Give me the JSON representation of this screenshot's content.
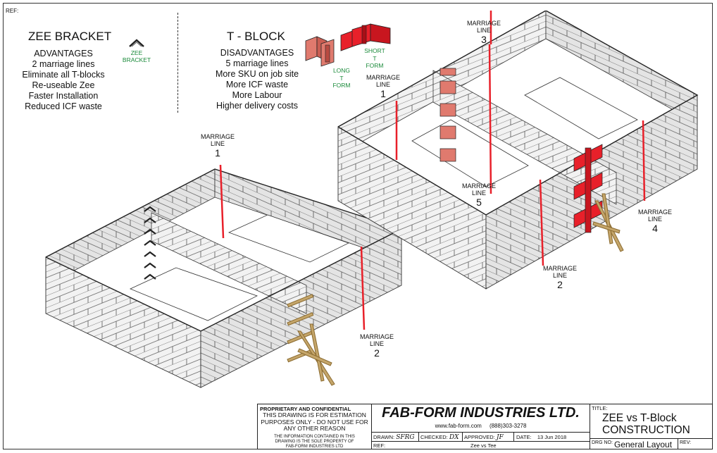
{
  "ref_label": "REF:",
  "zee": {
    "title": "ZEE BRACKET",
    "advantages_title": "ADVANTAGES",
    "items": [
      "2 marriage lines",
      "Eliminate all T-blocks",
      "Re-useable Zee",
      "Faster Installation",
      "Reduced ICF waste"
    ],
    "icon_label_line1": "ZEE",
    "icon_label_line2": "BRACKET"
  },
  "tblock": {
    "title": "T - BLOCK",
    "disadvantages_title": "DISADVANTAGES",
    "items": [
      "5 marriage lines",
      "More SKU on job site",
      "More ICF waste",
      "More Labour",
      "Higher delivery costs"
    ],
    "long_form": [
      "LONG",
      "T",
      "FORM"
    ],
    "short_form": [
      "SHORT",
      "T",
      "FORM"
    ]
  },
  "marriage_lines": {
    "word1": "MARRIAGE",
    "word2": "LINE",
    "left1": "1",
    "left2": "2",
    "right1": "1",
    "right2": "2",
    "right3": "3",
    "right4": "4",
    "right5": "5"
  },
  "title_block": {
    "proprietary_title": "PROPRIETARY AND CONFIDENTIAL",
    "proprietary_lines": [
      "THIS DRAWING IS FOR ESTIMATION",
      "PURPOSES ONLY - DO NOT USE FOR",
      "ANY OTHER REASON"
    ],
    "info_lines": [
      "THE INFORMATION CONTAINED IN THIS",
      "DRAWING IS THE SOLE PROPERTY OF",
      "FAB-FORM INDUSTRIES LTD"
    ],
    "company": "FAB-FORM INDUSTRIES LTD.",
    "website": "www.fab-form.com",
    "phone": "(888)303-3278",
    "drawn_label": "DRAWN:",
    "drawn_value": "SFRG",
    "checked_label": "CHECKED:",
    "checked_value": "DX",
    "approved_label": "APPROVED:",
    "approved_value": "JF",
    "date_label": "DATE:",
    "date_value": "13 Jun 2018",
    "ref_label": "REF:",
    "ref_value": "Zee vs Tee",
    "title_label": "TITLE:",
    "title_line1": "ZEE vs T-Block",
    "title_line2": "CONSTRUCTION",
    "drg_label": "DRG NO:",
    "drg_value": "General Layout",
    "rev_label": "REV:"
  },
  "colors": {
    "red": "#e8202a",
    "block_face": "#f2f2f2",
    "block_side": "#d8d8d8",
    "brace": "#c4a56a",
    "long_form": "#e07a6e",
    "green_text": "#1a8a3a"
  }
}
